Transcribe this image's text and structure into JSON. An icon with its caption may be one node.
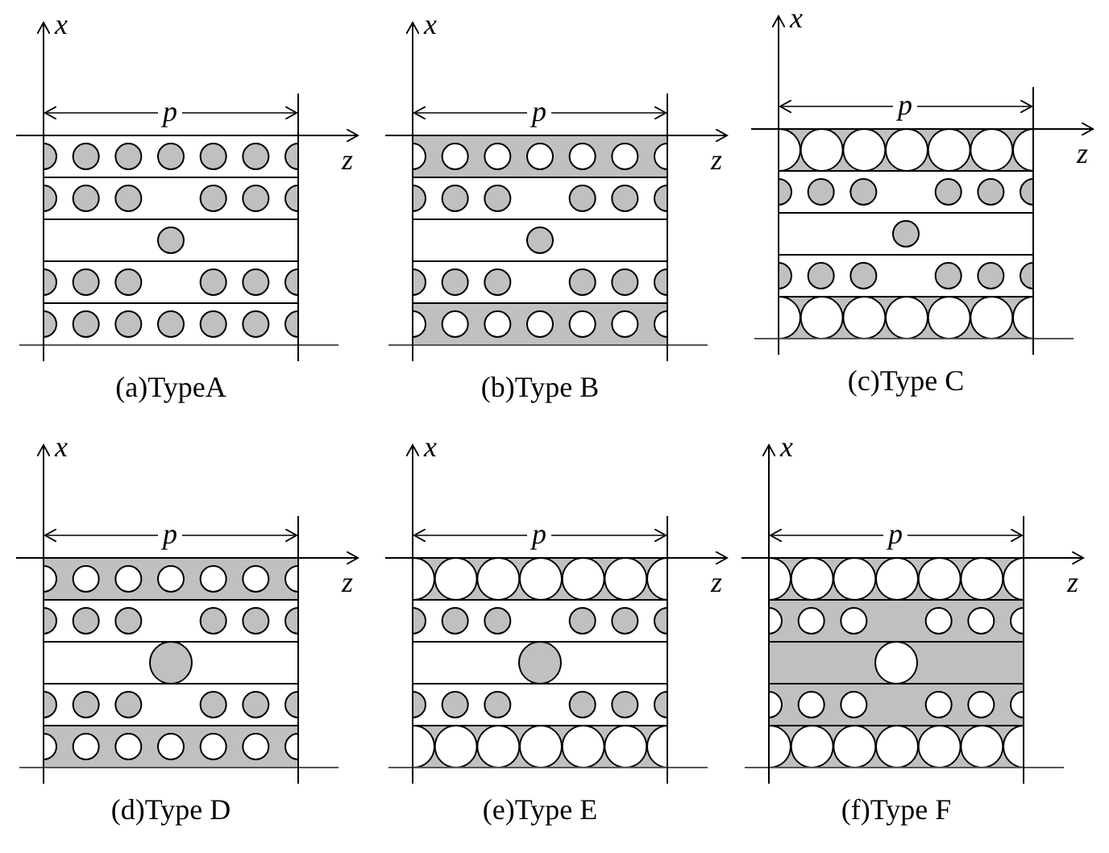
{
  "diagram": {
    "labels": [
      "x",
      "p",
      "z",
      "(a)TypeA",
      "x",
      "p",
      "z",
      "(b)Type B",
      "x",
      "p",
      "z",
      "(c)Type C",
      "x",
      "p",
      "z",
      "(d)Type D",
      "x",
      "p",
      "z",
      "(e)Type E",
      "x",
      "p",
      "z",
      "(f)Type F"
    ]
  }
}
